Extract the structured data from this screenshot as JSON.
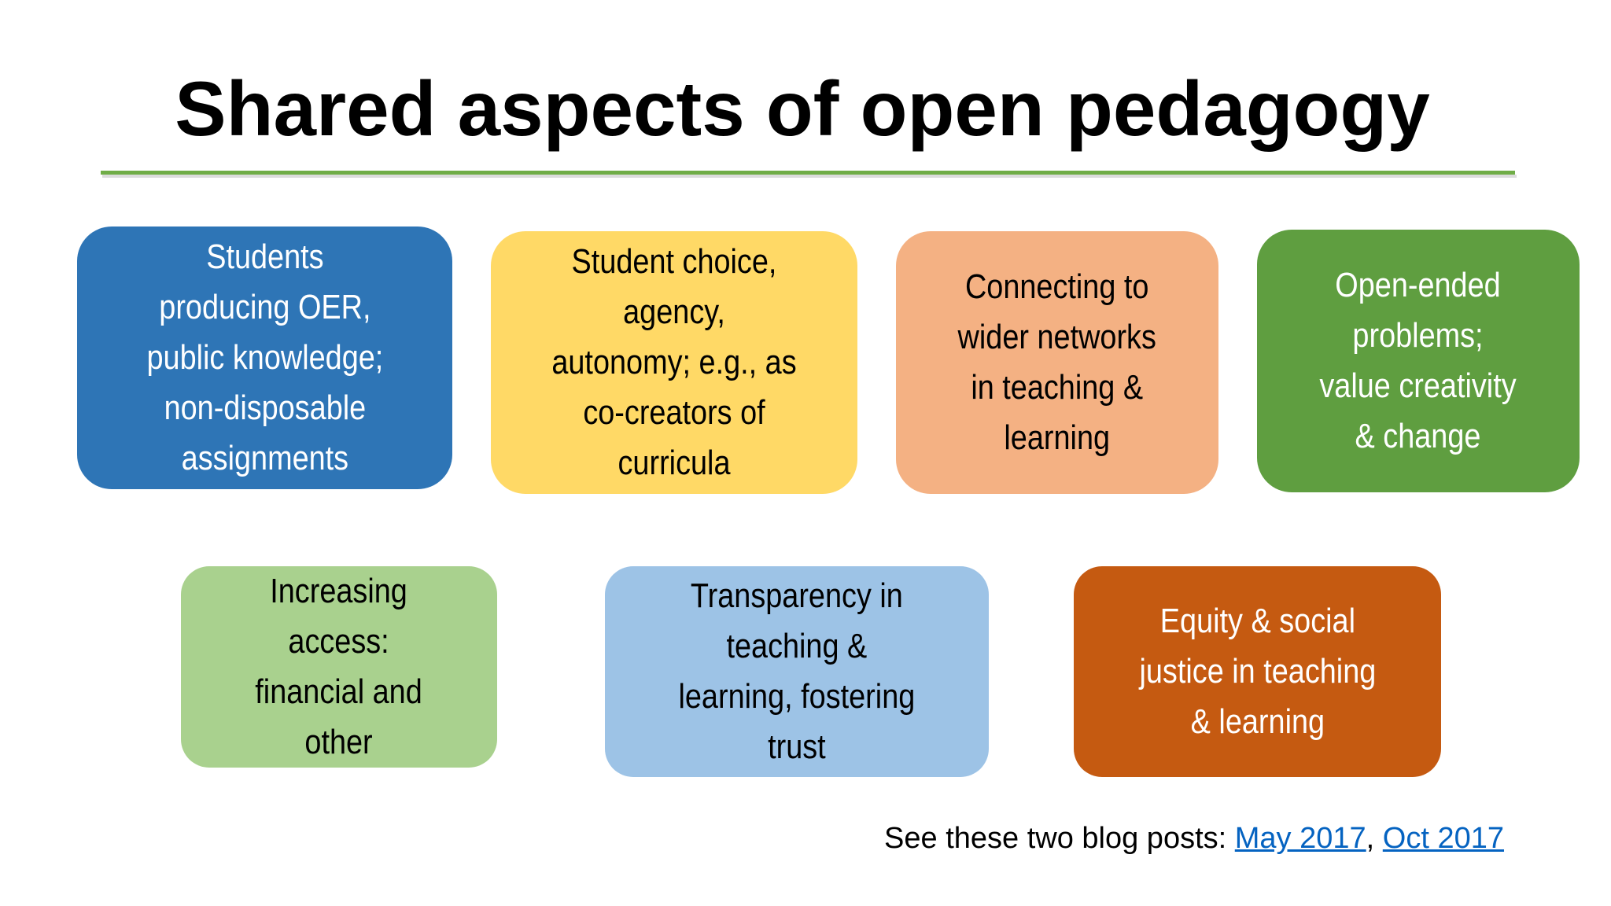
{
  "slide": {
    "title": "Shared aspects of open pedagogy",
    "background_color": "#FFFFFF",
    "rule_color": "#70AD47"
  },
  "boxes": [
    {
      "id": "students-producing-oer",
      "text": "Students producing OER, public knowledge; non-disposable assignments",
      "fill": "#2E75B6",
      "text_color": "#FFFFFF",
      "row": 1
    },
    {
      "id": "student-choice",
      "text": "Student choice, agency, autonomy; e.g., as co-creators of curricula",
      "fill": "#FFD45E",
      "text_color": "#000000",
      "row": 1
    },
    {
      "id": "connecting-wider-networks",
      "text": "Connecting to wider networks in teaching & learning",
      "fill": "#F0A97F",
      "text_color": "#000000",
      "row": 1
    },
    {
      "id": "open-ended-problems",
      "text": "Open-ended problems; value creativity & change",
      "fill": "#5E9E43",
      "text_color": "#FFFFFF",
      "row": 1
    },
    {
      "id": "increasing-access",
      "text": "Increasing access: financial and other",
      "fill": "#A9D18E",
      "text_color": "#000000",
      "row": 2
    },
    {
      "id": "transparency",
      "text": "Transparency in teaching & learning, fostering trust",
      "fill": "#9DC3E6",
      "text_color": "#000000",
      "row": 2
    },
    {
      "id": "equity-social-justice",
      "text": "Equity & social justice in teaching & learning",
      "fill": "#C55A11",
      "text_color": "#FFFFFF",
      "row": 2
    }
  ],
  "footer": {
    "lead_text": "See these two blog posts: ",
    "link_1": "May 2017",
    "separator": ", ",
    "link_2": "Oct 2017",
    "link_color": "#0563C1"
  }
}
